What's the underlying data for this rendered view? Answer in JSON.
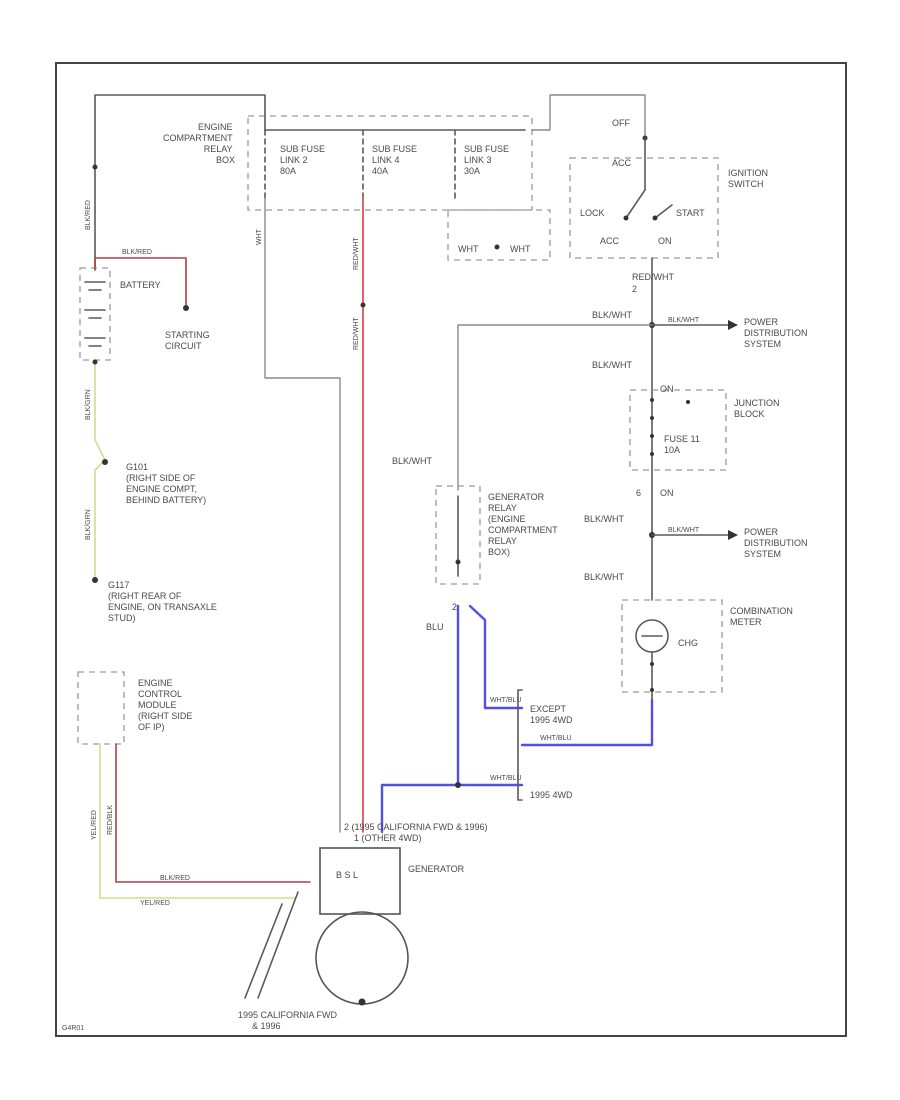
{
  "colors": {
    "red_wire": "#e0505a",
    "blue_wire": "#5050e8",
    "yellow_wire": "#d8d890",
    "gray_wire": "#9a9a9a",
    "dark_red_wire": "#b04040"
  },
  "labels": {
    "relay_box": [
      "ENGINE",
      "COMPARTMENT",
      "RELAY",
      "BOX"
    ],
    "sub_fuse_2": [
      "SUB FUSE",
      "LINK 2",
      "80A"
    ],
    "sub_fuse_4": [
      "SUB FUSE",
      "LINK 4",
      "40A"
    ],
    "sub_fuse_3": [
      "SUB FUSE",
      "LINK 3",
      "30A"
    ],
    "wht_left": "WHT",
    "wht_right": "WHT",
    "battery": "BATTERY",
    "starting_circuit": [
      "STARTING",
      "CIRCUIT"
    ],
    "ground_g101": [
      "G101",
      "(RIGHT SIDE OF",
      "ENGINE COMPT,",
      "BEHIND BATTERY)"
    ],
    "ground_g117": [
      "G117",
      "(RIGHT REAR OF",
      "ENGINE, ON TRANSAXLE",
      "STUD)"
    ],
    "ecm": [
      "ENGINE",
      "CONTROL",
      "MODULE",
      "(RIGHT SIDE",
      "OF IP)"
    ],
    "ignition_switch": [
      "IGNITION",
      "SWITCH"
    ],
    "switch_off": "OFF",
    "switch_acc": "ACC",
    "switch_on": "ON",
    "switch_start": "START",
    "switch_lock": "LOCK",
    "switch_acc_box": "ACC",
    "switch_on_box": "ON",
    "red_wht_top": "RED/WHT",
    "blk_wht_1": "BLK/WHT",
    "blk_wht_2": "BLK/WHT",
    "blk_wht_3": "BLK/WHT",
    "blk_wht_4": "BLK/WHT",
    "blk_wht_5": "BLK/WHT",
    "pds_1": [
      "POWER",
      "DISTRIBUTION",
      "SYSTEM"
    ],
    "pds_2": [
      "POWER",
      "DISTRIBUTION",
      "SYSTEM"
    ],
    "junction_block": [
      "JUNCTION",
      "BLOCK"
    ],
    "fuse_11": [
      "FUSE 11",
      "10A"
    ],
    "on_label": "ON",
    "generator_relay": [
      "GENERATOR",
      "RELAY",
      "(ENGINE",
      "COMPARTMENT",
      "RELAY",
      "BOX)"
    ],
    "combination_meter": [
      "COMBINATION",
      "METER"
    ],
    "chg": "CHG",
    "except_1995": [
      "EXCEPT",
      "1995 4WD"
    ],
    "only_1995": "1995 4WD",
    "blu": "BLU",
    "wht_blu": "WHT/BLU",
    "generator": "GENERATOR",
    "generator_terminals": "B  S  L",
    "note_generator": [
      "2 (1995 CALIFORNIA FWD & 1996)",
      "1 (OTHER 4WD)"
    ],
    "note_bottom": [
      "1995 CALIFORNIA FWD",
      "& 1996"
    ],
    "wire_blk_red": "BLK/RED",
    "wire_blk_grn": "BLK/GRN",
    "wire_red_blk": "RED/BLK",
    "wire_yel_red": "YEL/RED",
    "fig_id": "G4R01"
  }
}
